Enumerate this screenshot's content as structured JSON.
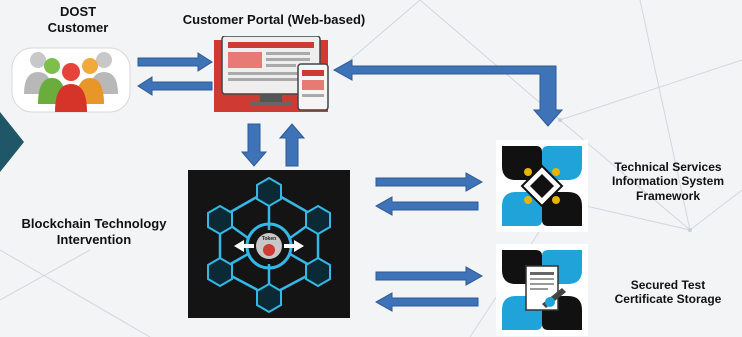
{
  "nodes": {
    "customer": {
      "line1": "DOST",
      "line2": "Customer"
    },
    "portal": {
      "title": "Customer Portal (Web-based)"
    },
    "blockchain": {
      "line1": "Blockchain Technology",
      "line2": "Intervention",
      "token_label": "Token"
    },
    "tsis": {
      "line1": "Technical Services",
      "line2": "Information System",
      "line3": "Framework"
    },
    "storage": {
      "line1": "Secured Test",
      "line2": "Certificate Storage"
    }
  },
  "colors": {
    "arrow": "#3f73b8",
    "arrow_edge": "#2d5a96",
    "monitor_red": "#cf3b32",
    "blockchain_bg": "#141414",
    "blockchain_cyan": "#34b8e6",
    "logo_blue": "#1fa3d9",
    "logo_black": "#111111",
    "accent_teal": "#1f5668"
  }
}
